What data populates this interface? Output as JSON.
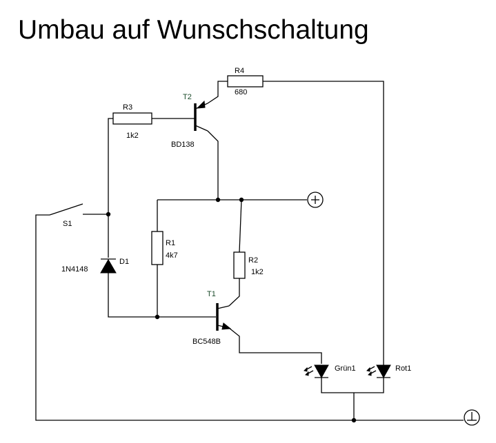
{
  "title": "Umbau auf Wunschschaltung",
  "colors": {
    "wire": "#000000",
    "background": "#ffffff",
    "transistor_label": "#1a4a2a"
  },
  "components": {
    "r1": {
      "ref": "R1",
      "value": "4k7"
    },
    "r2": {
      "ref": "R2",
      "value": "1k2"
    },
    "r3": {
      "ref": "R3",
      "value": "1k2"
    },
    "r4": {
      "ref": "R4",
      "value": "680"
    },
    "t1": {
      "ref": "T1",
      "value": "BC548B"
    },
    "t2": {
      "ref": "T2",
      "value": "BD138"
    },
    "d1": {
      "ref": "D1",
      "value": "1N4148"
    },
    "s1": {
      "ref": "S1"
    },
    "led_green": {
      "ref": "Grün1"
    },
    "led_red": {
      "ref": "Rot1"
    }
  },
  "symbols": {
    "plus": "+",
    "ground": "ground-symbol"
  }
}
